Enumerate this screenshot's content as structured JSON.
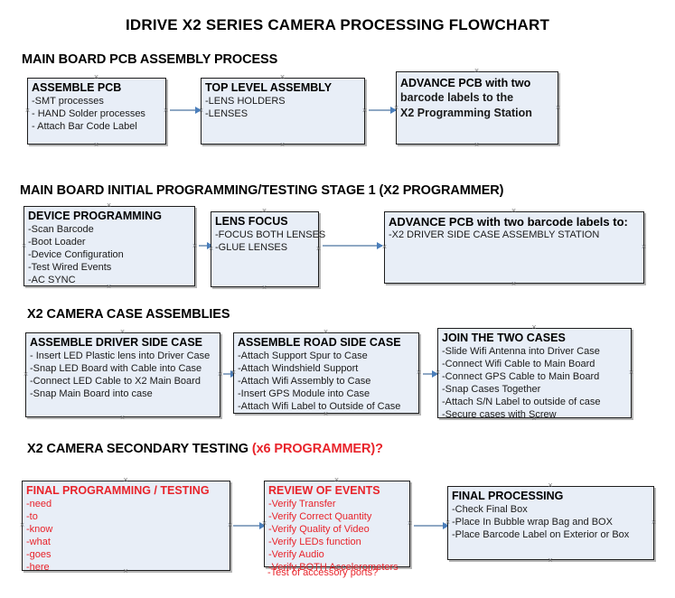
{
  "document": {
    "title": "IDRIVE X2  SERIES CAMERA PROCESSING FLOWCHART",
    "accent_red": "#e8232a",
    "box_fill": "#e8eef7",
    "arrow_color": "#4a7ebb"
  },
  "sections": [
    {
      "id": "main-board-pcb-assembly",
      "heading": "MAIN BOARD PCB ASSEMBLY PROCESS",
      "heading_accent": "",
      "boxes": [
        {
          "id": "assemble-pcb",
          "title": "ASSEMBLE PCB",
          "lines": [
            "-SMT processes",
            "- HAND Solder processes",
            "- Attach Bar Code Label"
          ]
        },
        {
          "id": "top-level-assembly",
          "title": "TOP LEVEL ASSEMBLY",
          "lines": [
            "-LENS HOLDERS",
            "-LENSES"
          ]
        },
        {
          "id": "advance-pcb-programming-station",
          "title": "ADVANCE PCB with two",
          "lines": [
            "barcode labels to the",
            " X2 Programming Station"
          ]
        }
      ]
    },
    {
      "id": "main-board-initial-programming",
      "heading": "MAIN BOARD INITIAL PROGRAMMING/TESTING STAGE 1 (X2 PROGRAMMER)",
      "heading_accent": "",
      "boxes": [
        {
          "id": "device-programming",
          "title": "DEVICE PROGRAMMING",
          "lines": [
            "-Scan Barcode",
            "-Boot Loader",
            "-Device Configuration",
            "-Test Wired Events",
            "-AC SYNC"
          ]
        },
        {
          "id": "lens-focus",
          "title": "LENS FOCUS",
          "lines": [
            "-FOCUS BOTH LENSES",
            "-GLUE LENSES"
          ]
        },
        {
          "id": "advance-pcb-driver-side-case",
          "title": "ADVANCE PCB with two barcode labels to:",
          "lines": [
            "-X2 DRIVER  SIDE  CASE  ASSEMBLY STATION"
          ]
        }
      ]
    },
    {
      "id": "x2-camera-case-assemblies",
      "heading": "X2 CAMERA CASE ASSEMBLIES",
      "heading_accent": "",
      "boxes": [
        {
          "id": "assemble-driver-side-case",
          "title": "ASSEMBLE DRIVER SIDE CASE",
          "lines": [
            "- Insert LED Plastic lens into Driver Case",
            "-Snap LED Board with Cable into Case",
            "-Connect LED Cable to X2 Main Board",
            "-Snap Main Board into case"
          ]
        },
        {
          "id": "assemble-road-side-case",
          "title": "ASSEMBLE ROAD SIDE CASE",
          "lines": [
            "-Attach Support Spur to Case",
            "-Attach Windshield Support",
            "-Attach Wifi Assembly to Case",
            "-Insert GPS Module into Case",
            "-Attach Wifi Label to Outside of Case"
          ]
        },
        {
          "id": "join-the-two-cases",
          "title": "JOIN THE TWO CASES",
          "lines": [
            "-Slide Wifi Antenna into Driver Case",
            "-Connect Wifi Cable to Main Board",
            "-Connect GPS Cable to Main Board",
            "-Snap Cases Together",
            "-Attach S/N Label to outside of case",
            "-Secure cases with Screw"
          ]
        }
      ]
    },
    {
      "id": "x2-camera-secondary-testing",
      "heading": "X2 CAMERA SECONDARY TESTING ",
      "heading_accent": "(x6 PROGRAMMER)?",
      "boxes": [
        {
          "id": "final-programming-testing",
          "title": "FINAL PROGRAMMING / TESTING",
          "lines": [
            "-need",
            "-to",
            "-know",
            "-what",
            "-goes",
            "-here"
          ]
        },
        {
          "id": "review-of-events",
          "title": "REVIEW OF EVENTS",
          "lines": [
            "-Verify Transfer",
            "-Verify Correct Quantity",
            "-Verify Quality of Video",
            "-Verify LEDs function",
            "-Verify Audio",
            "-Verify BOTH Accelerometers"
          ],
          "overflow_line": "-Test of accessory ports?"
        },
        {
          "id": "final-processing",
          "title": "FINAL PROCESSING",
          "lines": [
            " -Check Final Box",
            "-Place In Bubble wrap Bag and BOX",
            "-Place Barcode Label on Exterior or Box"
          ]
        }
      ]
    }
  ]
}
